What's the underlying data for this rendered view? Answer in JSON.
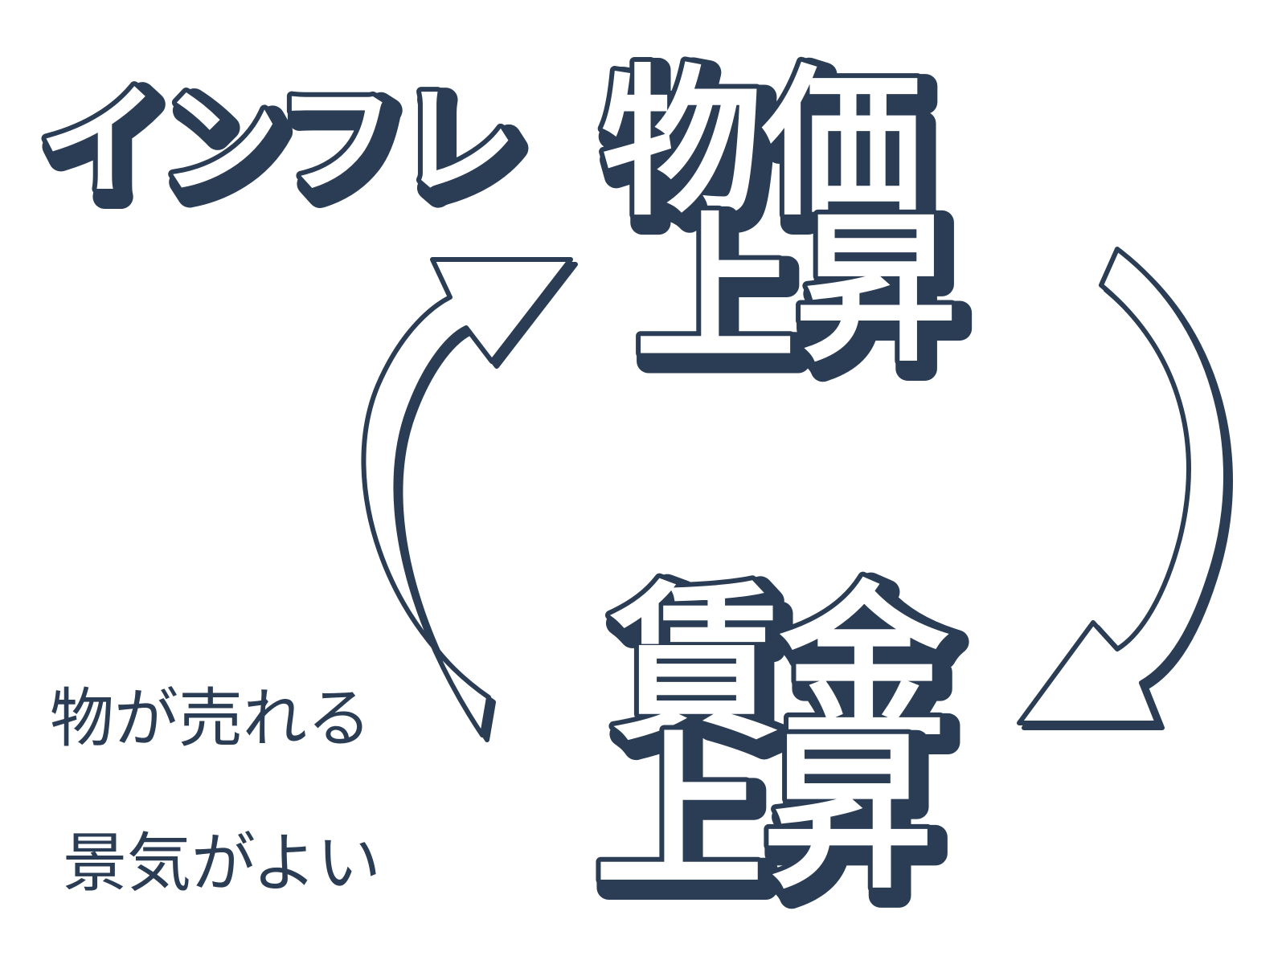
{
  "title": "インフレ",
  "nodes": {
    "price_rise": {
      "line1": "物価",
      "line2": "上昇"
    },
    "wage_rise": {
      "line1": "賃金",
      "line2": "上昇"
    }
  },
  "notes": {
    "goods_sell": "物が売れる",
    "good_economy": "景気がよい"
  },
  "colors": {
    "ink": "#2b3d55",
    "paper": "#ffffff"
  }
}
